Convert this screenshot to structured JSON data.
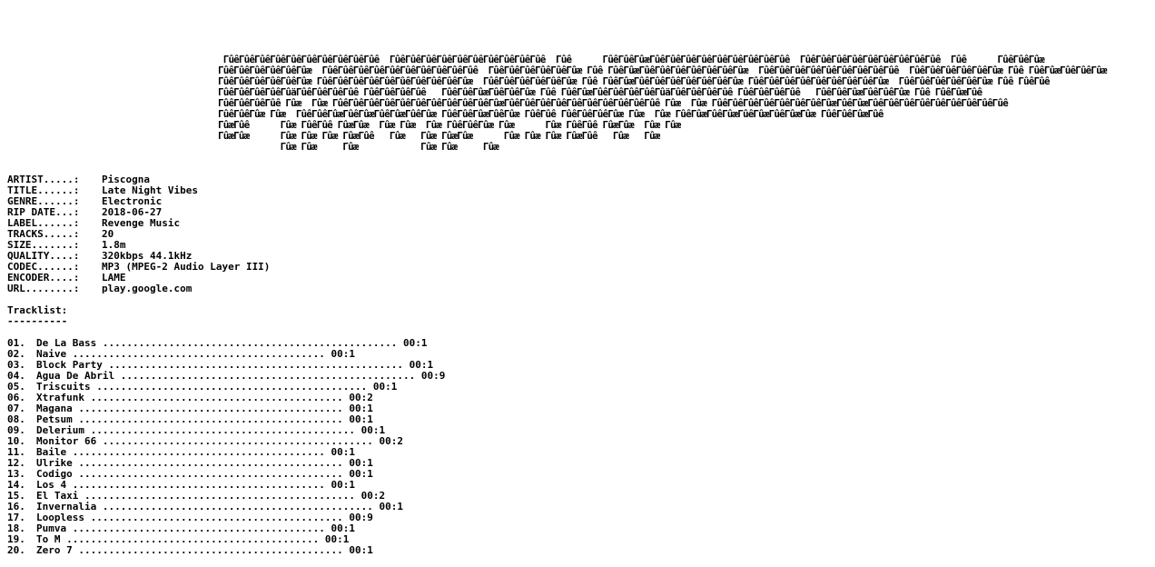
{
  "banner": {
    "lines": [
      " ΓûêΓûêΓûêΓûêΓûêΓûêΓûêΓûêΓûêΓûê  ΓûêΓûêΓûêΓûêΓûêΓûêΓûêΓûêΓûêΓûê  Γûê      ΓûêΓûêΓûæΓûêΓûêΓûêΓûêΓûêΓûêΓûêΓûêΓûê  ΓûêΓûêΓûêΓûêΓûêΓûêΓûêΓûêΓûê  Γûê      ΓûêΓûêΓûæ",
      "ΓûêΓûêΓûêΓûêΓûêΓûæ  ΓûêΓûêΓûêΓûêΓûêΓûêΓûêΓûêΓûêΓûê  ΓûêΓûêΓûêΓûêΓûêΓûæ Γûê ΓûêΓûæΓûêΓûêΓûêΓûêΓûêΓûêΓûæ  ΓûêΓûêΓûêΓûêΓûêΓûêΓûêΓûêΓûê  ΓûêΓûêΓûêΓûêΓûêΓûæ Γûê ΓûêΓûæΓûêΓûêΓûæ",
      "ΓûêΓûêΓûêΓûêΓûêΓûæ ΓûêΓûêΓûêΓûêΓûêΓûêΓûêΓûêΓûêΓûæ  ΓûêΓûêΓûêΓûêΓûêΓûæ Γûê ΓûêΓûæΓûêΓûêΓûêΓûêΓûêΓûêΓûæ ΓûêΓûêΓûêΓûêΓûêΓûêΓûêΓûêΓûæ  ΓûêΓûêΓûêΓûêΓûêΓûæ Γûê ΓûêΓûê",
      "ΓûêΓûêΓûêΓûêΓûäΓûêΓûêΓûêΓûê ΓûêΓûêΓûêΓûê   ΓûêΓûêΓûæΓûêΓûêΓûæ Γûê ΓûêΓûæΓûêΓûêΓûêΓûêΓûäΓûêΓûêΓûêΓûê ΓûêΓûêΓûêΓûê   ΓûêΓûêΓûæΓûêΓûêΓûæ Γûê ΓûêΓûæΓûê",
      "ΓûêΓûêΓûêΓûê Γûæ  Γûæ ΓûêΓûêΓûêΓûêΓûêΓûêΓûêΓûêΓûêΓûêΓûæΓûêΓûêΓûêΓûêΓûêΓûêΓûêΓûêΓûêΓûê Γûæ  Γûæ ΓûêΓûêΓûêΓûêΓûêΓûêΓûêΓûæΓûêΓûæΓûêΓûêΓûêΓûêΓûêΓûêΓûêΓûêΓûê",
      "ΓûêΓûêΓûæ Γûæ  ΓûêΓûêΓûæΓûêΓûæΓûêΓûæΓûêΓûæ ΓûêΓûêΓûæΓûêΓûæ ΓûêΓûê ΓûêΓûêΓûêΓûæ Γûæ  Γûæ ΓûêΓûæΓûêΓûæΓûêΓûæΓûêΓûæΓûæ ΓûêΓûêΓûæΓûê",
      "ΓûæΓûê      Γûæ ΓûêΓûê ΓûæΓûæ  Γûæ Γûæ  Γûæ ΓûêΓûêΓûæ Γûæ      Γûæ ΓûêΓûê ΓûæΓûæ  Γûæ Γûæ",
      "ΓûæΓûæ      Γûæ Γûæ Γûæ ΓûæΓûê   Γûæ   Γûæ ΓûæΓûæ      Γûæ Γûæ Γûæ ΓûæΓûê   Γûæ   Γûæ",
      "            Γûæ Γûæ     Γûæ            Γûæ Γûæ     Γûæ"
    ]
  },
  "info": [
    {
      "key": "ARTIST.....: ",
      "value": "Piscogna"
    },
    {
      "key": "TITLE......: ",
      "value": "Late Night Vibes"
    },
    {
      "key": "GENRE......: ",
      "value": "Electronic"
    },
    {
      "key": "RIP DATE...: ",
      "value": "2018-06-27"
    },
    {
      "key": "LABEL......: ",
      "value": "Revenge Music"
    },
    {
      "key": "TRACKS.....: ",
      "value": "20"
    },
    {
      "key": "SIZE.......: ",
      "value": "1.8m"
    },
    {
      "key": "QUALITY....: ",
      "value": "320kbps 44.1kHz"
    },
    {
      "key": "CODEC......: ",
      "value": "MP3 (MPEG-2 Audio Layer III)"
    },
    {
      "key": "ENCODER....: ",
      "value": "LAME"
    },
    {
      "key": "URL........: ",
      "value": "play.google.com"
    }
  ],
  "tracklist": {
    "heading": "Tracklist:",
    "underline": "----------",
    "tracks": [
      {
        "num": "01.",
        "title": "De La Bass",
        "dots": " ................................................. ",
        "time": "00:1"
      },
      {
        "num": "02.",
        "title": "Naive",
        "dots": " .......................................... ",
        "time": "00:1"
      },
      {
        "num": "03.",
        "title": "Block Party",
        "dots": " ................................................. ",
        "time": "00:1"
      },
      {
        "num": "04.",
        "title": "Agua De Abril",
        "dots": " ................................................. ",
        "time": "00:9"
      },
      {
        "num": "05.",
        "title": "Triscuits",
        "dots": " ............................................. ",
        "time": "00:1"
      },
      {
        "num": "06.",
        "title": "Xtrafunk",
        "dots": " .......................................... ",
        "time": "00:2"
      },
      {
        "num": "07.",
        "title": "Magana",
        "dots": " ............................................ ",
        "time": "00:1"
      },
      {
        "num": "08.",
        "title": "Petsum",
        "dots": " ............................................ ",
        "time": "00:1"
      },
      {
        "num": "09.",
        "title": "Delerium",
        "dots": " ............................................ ",
        "time": "00:1"
      },
      {
        "num": "10.",
        "title": "Monitor 66",
        "dots": " ............................................. ",
        "time": "00:2"
      },
      {
        "num": "11.",
        "title": "Baile",
        "dots": " .......................................... ",
        "time": "00:1"
      },
      {
        "num": "12.",
        "title": "Ulrike",
        "dots": " ............................................ ",
        "time": "00:1"
      },
      {
        "num": "13.",
        "title": "Codigo",
        "dots": " ............................................ ",
        "time": "00:1"
      },
      {
        "num": "14.",
        "title": "Los 4",
        "dots": " .......................................... ",
        "time": "00:1"
      },
      {
        "num": "15.",
        "title": "El Taxi",
        "dots": " ............................................. ",
        "time": "00:2"
      },
      {
        "num": "16.",
        "title": "Invernalia",
        "dots": " ............................................. ",
        "time": "00:1"
      },
      {
        "num": "17.",
        "title": "Loopless",
        "dots": " .......................................... ",
        "time": "00:9"
      },
      {
        "num": "18.",
        "title": "Pumva",
        "dots": " .......................................... ",
        "time": "00:1"
      },
      {
        "num": "19.",
        "title": "To M",
        "dots": " .......................................... ",
        "time": "00:1"
      },
      {
        "num": "20.",
        "title": "Zero 7",
        "dots": " ............................................ ",
        "time": "00:1"
      }
    ]
  }
}
